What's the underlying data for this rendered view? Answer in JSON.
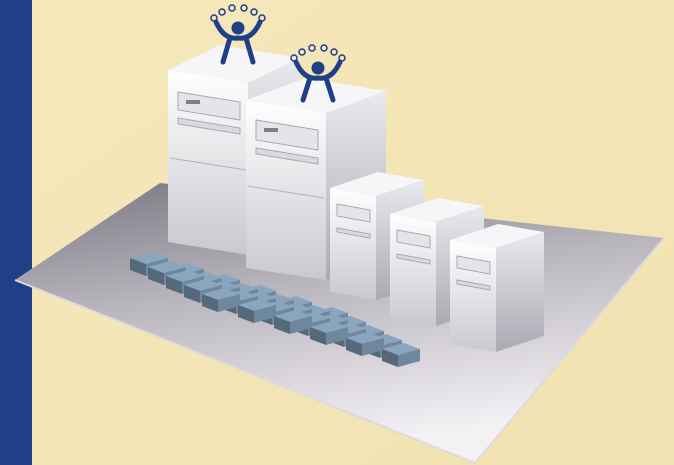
{
  "palette": {
    "page": "#f3e6b8",
    "spine": "#1f3f86",
    "platform_light": "#f4f1f5",
    "platform_dark": "#7c7883",
    "server_light": "#fbfbfc",
    "server_dark": "#b7b8bf",
    "client_top": "#8aa6bf",
    "client_side": "#55697b",
    "logo": "#1f3f86"
  },
  "scene": {
    "icons": [
      "server-tower-icon",
      "thin-client-icon",
      "citrix-person-logo-icon"
    ],
    "server_tower_count": 5,
    "thin_client_count": 30,
    "logo_count": 2
  }
}
